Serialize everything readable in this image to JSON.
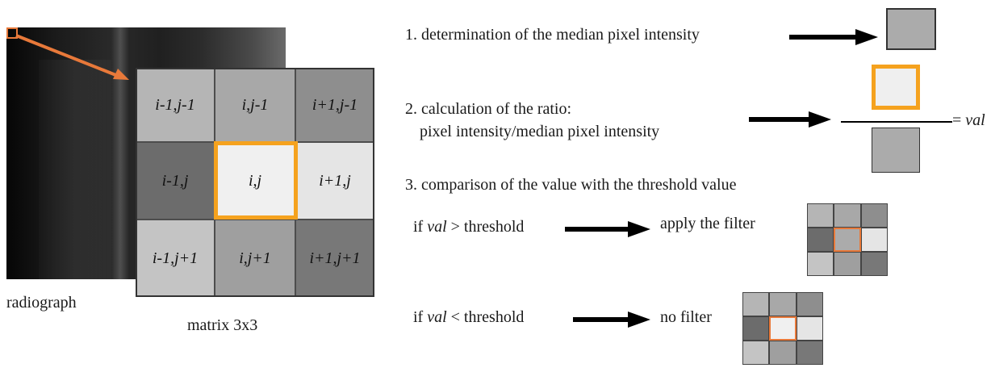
{
  "labels": {
    "radiograph": "radiograph",
    "matrix": "matrix 3x3"
  },
  "matrix": {
    "cells": [
      {
        "label": "i-1,j-1",
        "color": "#b5b5b5"
      },
      {
        "label": "i,j-1",
        "color": "#a8a8a8"
      },
      {
        "label": "i+1,j-1",
        "color": "#8e8e8e"
      },
      {
        "label": "i-1,j",
        "color": "#6c6c6c"
      },
      {
        "label": "i,j",
        "color": "#f0f0f0"
      },
      {
        "label": "i+1,j",
        "color": "#e5e5e5"
      },
      {
        "label": "i-1,j+1",
        "color": "#c4c4c4"
      },
      {
        "label": "i,j+1",
        "color": "#9f9f9f"
      },
      {
        "label": "i+1,j+1",
        "color": "#787878"
      }
    ],
    "highlight_color": "#f5a21e"
  },
  "steps": {
    "step1": "1. determination of the median pixel intensity",
    "step2_line1": "2. calculation of the  ratio:",
    "step2_line2": "pixel intensity/median pixel  intensity",
    "equals": "= ",
    "val": "val",
    "step3": "3. comparison of the value with the threshold value"
  },
  "conditions": {
    "if": "if ",
    "val": "val",
    "gt": " > threshold",
    "lt": " < threshold",
    "apply": "apply the filter",
    "none": "no filter"
  },
  "colors": {
    "arrow_orange": "#e8793a",
    "highlight": "#f5a21e",
    "median_box": "#ababab",
    "pixel_box": "#efefef"
  }
}
